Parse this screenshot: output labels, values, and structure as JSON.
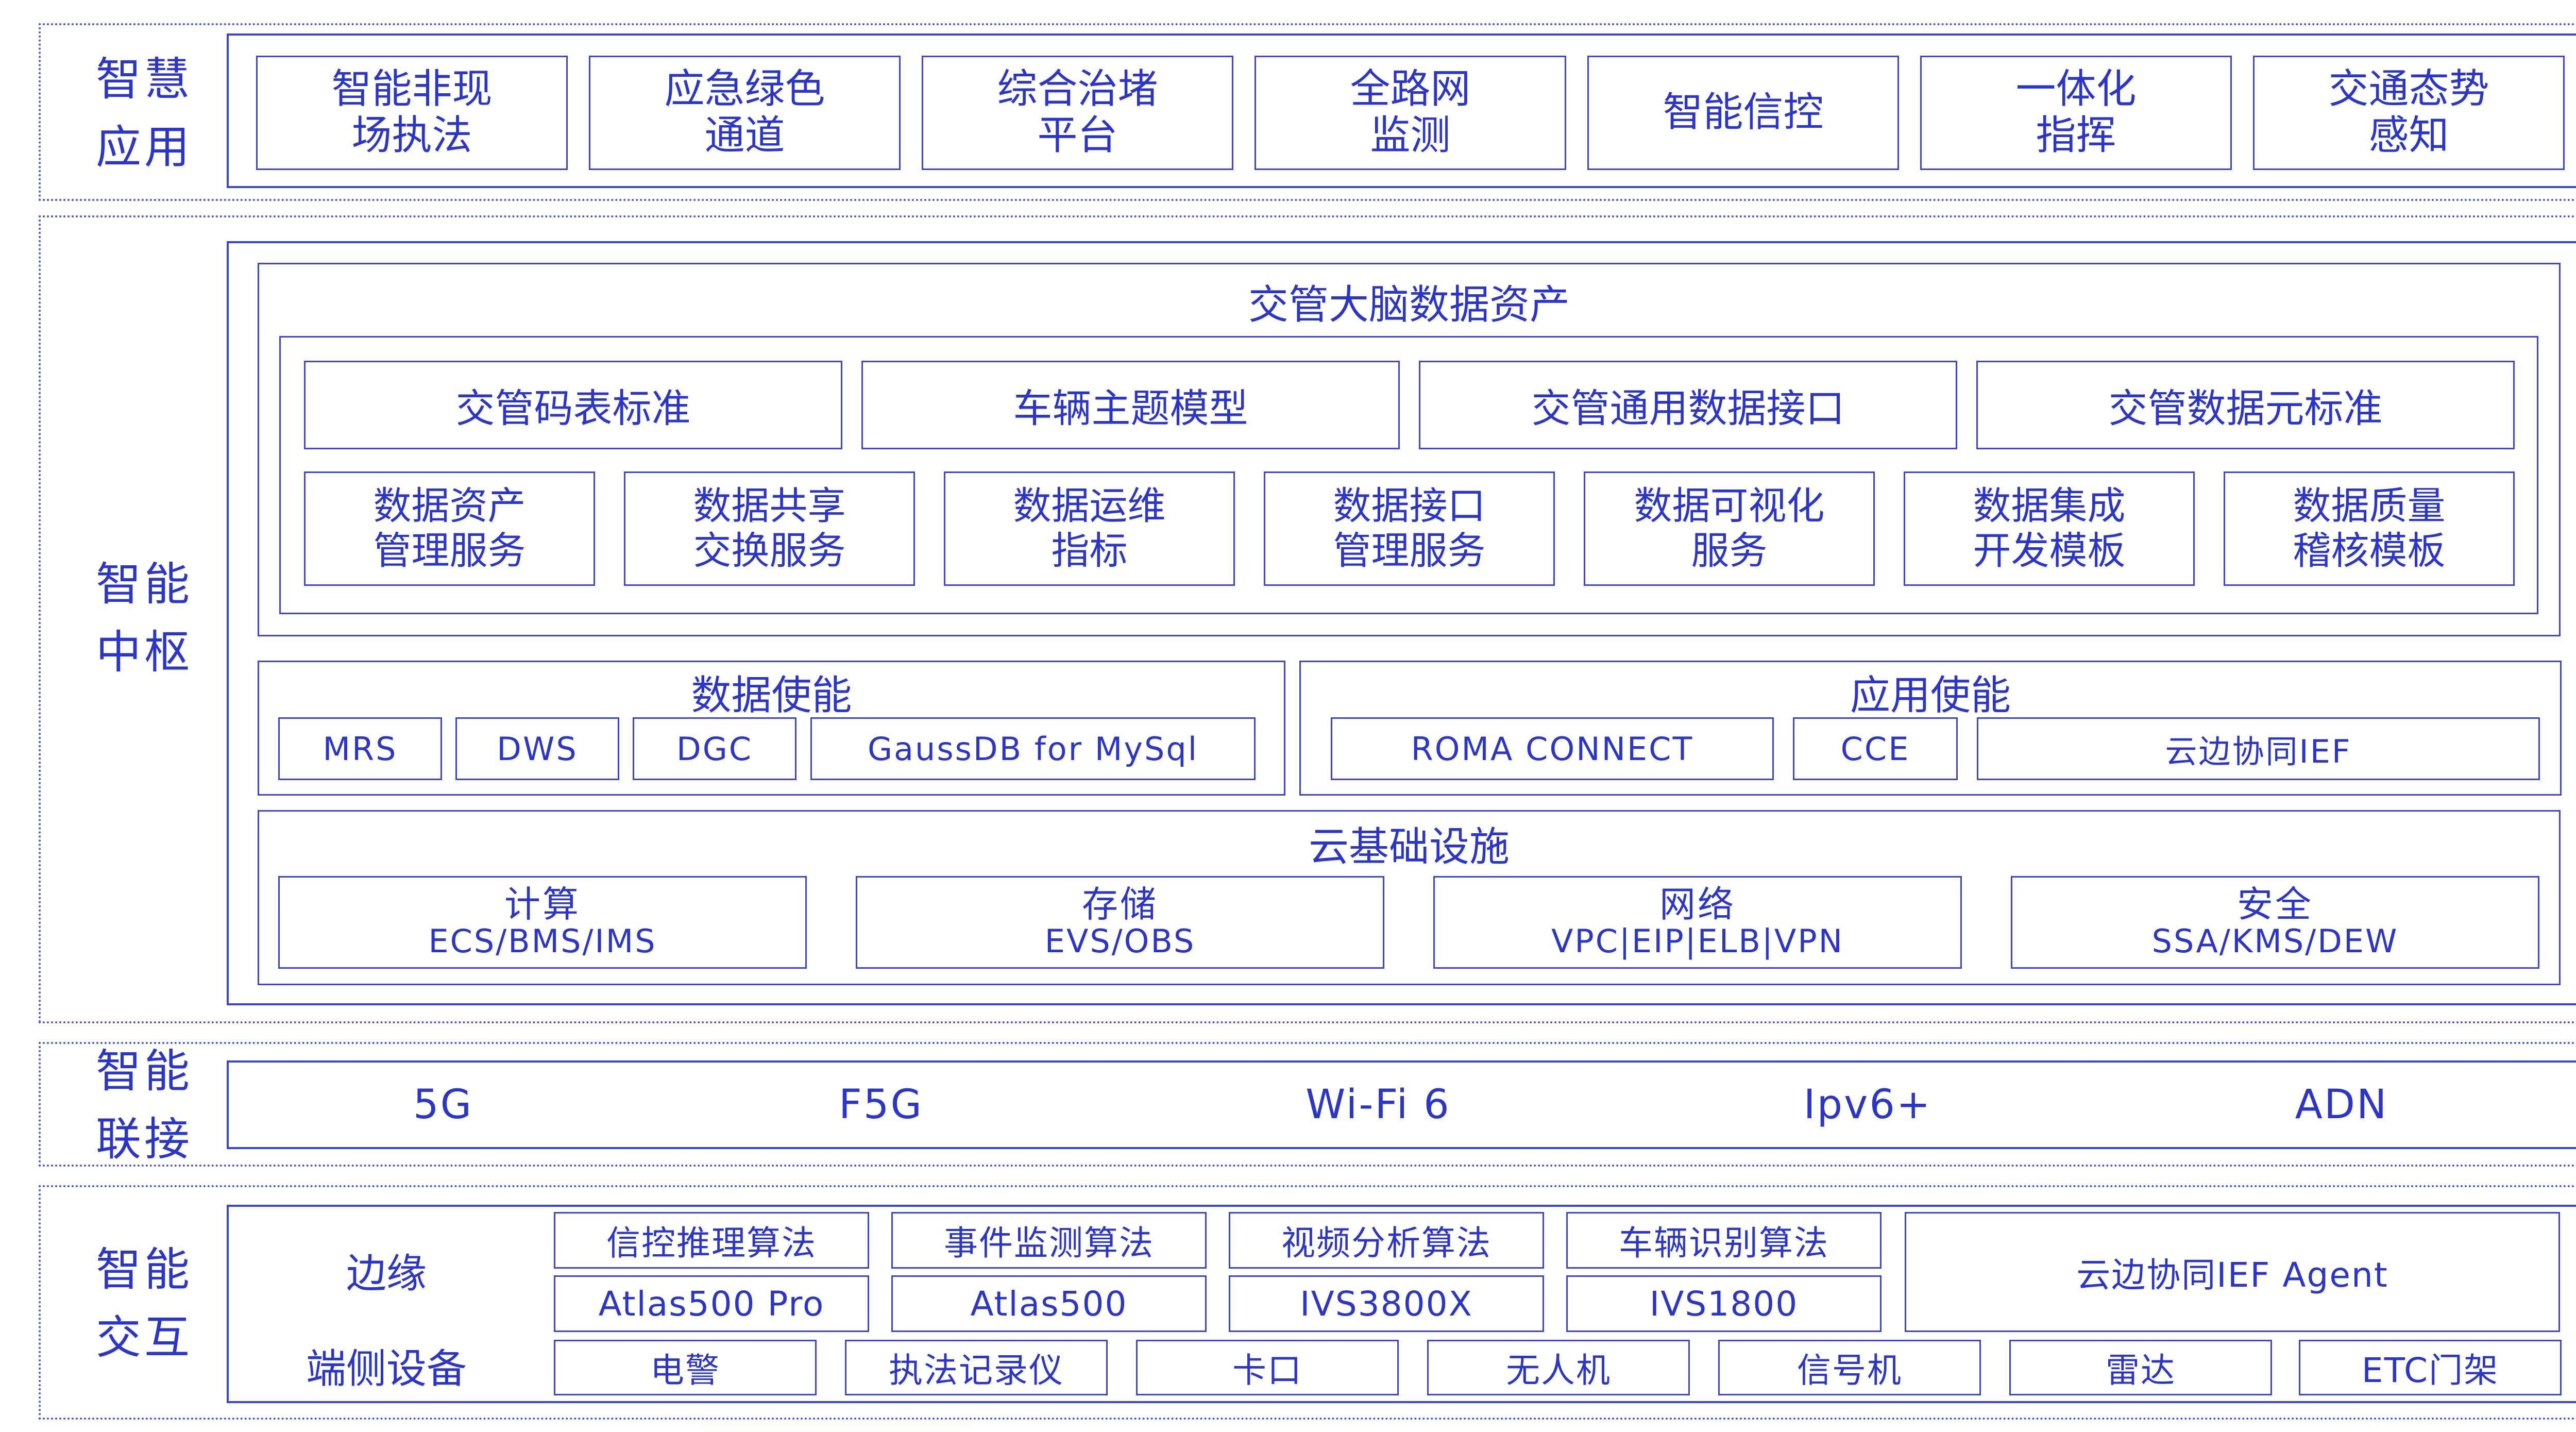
{
  "layers": {
    "app": "智慧\n应用",
    "hub": "智能\n中枢",
    "conn": "智能\n联接",
    "inter": "智能\n交互"
  },
  "apps": [
    "智能非现\n场执法",
    "应急绿色\n通道",
    "综合治堵\n平台",
    "全路网\n监测",
    "智能信控",
    "一体化\n指挥",
    "交通态势\n感知"
  ],
  "data_assets": {
    "title": "交管大脑数据资产",
    "row1": [
      "交管码表标准",
      "车辆主题模型",
      "交管通用数据接口",
      "交管数据元标准"
    ],
    "row2": [
      "数据资产\n管理服务",
      "数据共享\n交换服务",
      "数据运维\n指标",
      "数据接口\n管理服务",
      "数据可视化\n服务",
      "数据集成\n开发模板",
      "数据质量\n稽核模板"
    ]
  },
  "data_enable": {
    "title": "数据使能",
    "items": [
      "MRS",
      "DWS",
      "DGC",
      "GaussDB for MySql"
    ]
  },
  "app_enable": {
    "title": "应用使能",
    "items": [
      "ROMA CONNECT",
      "CCE",
      "云边协同IEF"
    ]
  },
  "infra": {
    "title": "云基础设施",
    "items": [
      {
        "name": "计算",
        "detail": "ECS/BMS/IMS"
      },
      {
        "name": "存储",
        "detail": "EVS/OBS"
      },
      {
        "name": "网络",
        "detail": "VPC|EIP|ELB|VPN"
      },
      {
        "name": "安全",
        "detail": "SSA/KMS/DEW"
      }
    ]
  },
  "connectivity": [
    "5G",
    "F5G",
    "Wi-Fi 6",
    "Ipv6+",
    "ADN"
  ],
  "edge": {
    "label": "边缘",
    "algorithms": [
      "信控推理算法",
      "事件监测算法",
      "视频分析算法",
      "车辆识别算法"
    ],
    "hardware": [
      "Atlas500 Pro",
      "Atlas500",
      "IVS3800X",
      "IVS1800"
    ],
    "agent": "云边协同IEF Agent"
  },
  "devices": {
    "label": "端侧设备",
    "items": [
      "电警",
      "执法记录仪",
      "卡口",
      "无人机",
      "信号机",
      "雷达",
      "ETC门架"
    ]
  }
}
